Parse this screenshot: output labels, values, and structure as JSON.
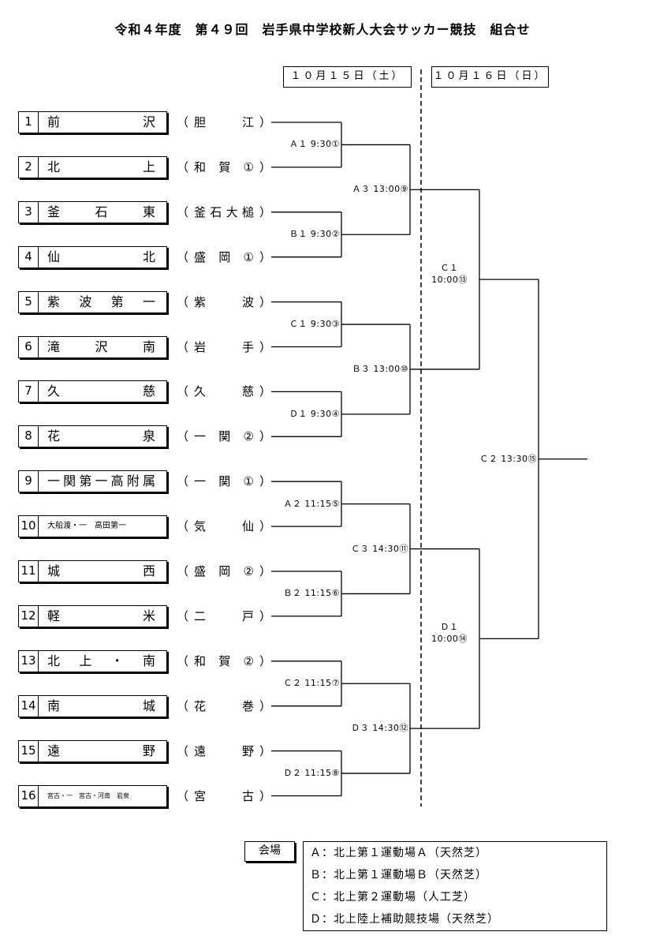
{
  "title": "令和４年度　第４９回　岩手県中学校新人大会サッカー競技　組合せ",
  "dates": [
    "１０月１５日（土）",
    "１０月１６日（日）"
  ],
  "teams": [
    {
      "num": "1",
      "name": "前沢",
      "school": "胆江",
      "style": ""
    },
    {
      "num": "2",
      "name": "北上",
      "school": "和賀①",
      "style": ""
    },
    {
      "num": "3",
      "name": "釜石東",
      "school": "釜石大槌",
      "style": ""
    },
    {
      "num": "4",
      "name": "仙北",
      "school": "盛岡①",
      "style": ""
    },
    {
      "num": "5",
      "name": "紫波第一",
      "school": "紫波",
      "style": ""
    },
    {
      "num": "6",
      "name": "滝沢南",
      "school": "岩手",
      "style": ""
    },
    {
      "num": "7",
      "name": "久慈",
      "school": "久慈",
      "style": ""
    },
    {
      "num": "8",
      "name": "花泉",
      "school": "一関②",
      "style": ""
    },
    {
      "num": "9",
      "name": "一関第一高附属",
      "school": "一関①",
      "style": ""
    },
    {
      "num": "10",
      "name": "大船渡・一　高田第一",
      "school": "気仙",
      "style": "small"
    },
    {
      "num": "11",
      "name": "城西",
      "school": "盛岡②",
      "style": ""
    },
    {
      "num": "12",
      "name": "軽米",
      "school": "二戸",
      "style": ""
    },
    {
      "num": "13",
      "name": "北上・南",
      "school": "和賀②",
      "style": ""
    },
    {
      "num": "14",
      "name": "南城",
      "school": "花巻",
      "style": ""
    },
    {
      "num": "15",
      "name": "遠野",
      "school": "遠野",
      "style": ""
    },
    {
      "num": "16",
      "name": "宮古・一　宮古・河南　岩泉",
      "school": "宮古",
      "style": "tiny"
    }
  ],
  "round1": [
    {
      "label": "Ａ１ 9:30①"
    },
    {
      "label": "Ｂ１ 9:30②"
    },
    {
      "label": "Ｃ１ 9:30③"
    },
    {
      "label": "Ｄ１ 9:30④"
    },
    {
      "label": "Ａ２ 11:15⑤"
    },
    {
      "label": "Ｂ２ 11:15⑥"
    },
    {
      "label": "Ｃ２ 11:15⑦"
    },
    {
      "label": "Ｄ２ 11:15⑧"
    }
  ],
  "round2": [
    {
      "label": "Ａ３ 13:00⑨"
    },
    {
      "label": "Ｂ３ 13:00⑩"
    },
    {
      "label": "Ｃ３ 14:30⑪"
    },
    {
      "label": "Ｄ３ 14:30⑫"
    }
  ],
  "semis": [
    {
      "court": "Ｃ１",
      "time": "10:00⑬"
    },
    {
      "court": "Ｄ１",
      "time": "10:00⑭"
    }
  ],
  "final": {
    "label": "Ｃ２ 13:30⑮"
  },
  "venue_tag": "会場",
  "venues": [
    "Ａ：北上第１運動場Ａ（天然芝）",
    "Ｂ：北上第１運動場Ｂ（天然芝）",
    "Ｃ：北上第２運動場（人工芝）",
    "Ｄ：北上陸上補助競技場（天然芝）"
  ]
}
